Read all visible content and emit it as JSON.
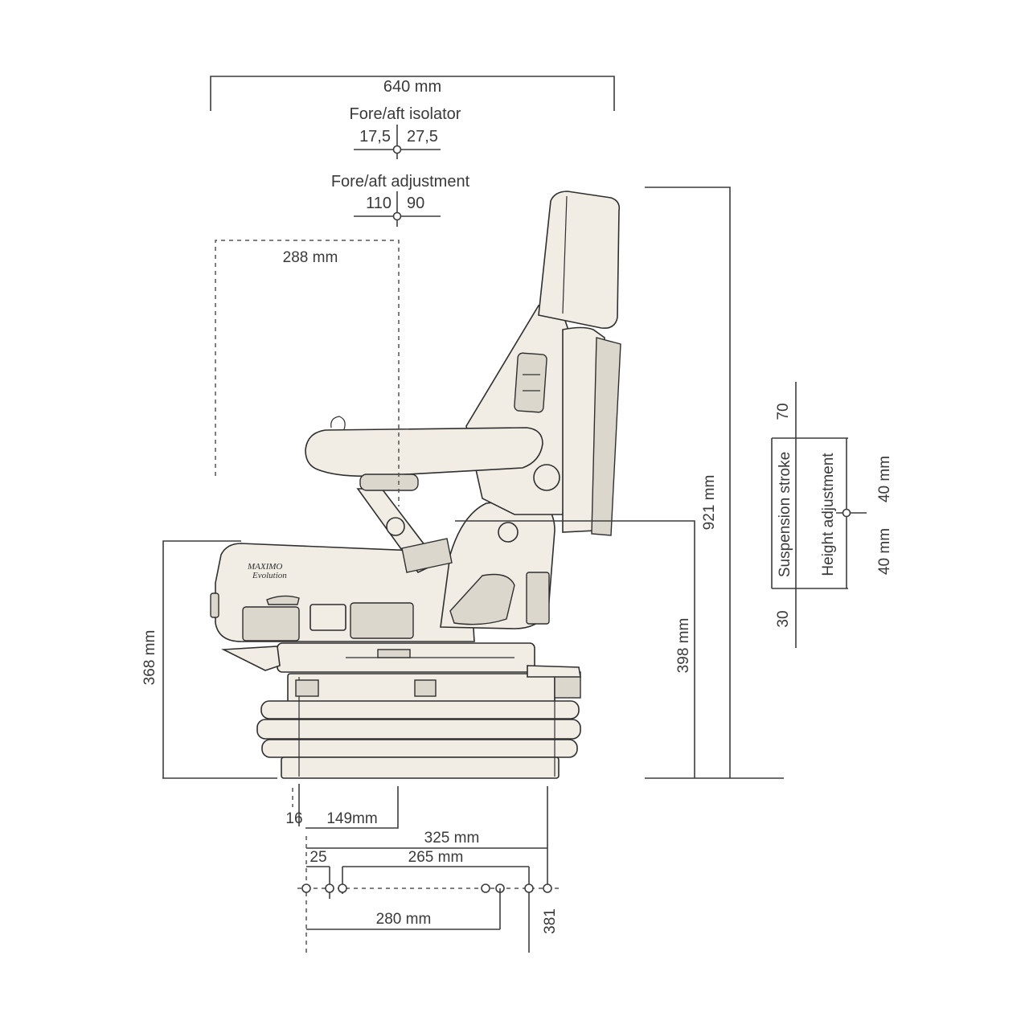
{
  "labels": {
    "width_total": "640  mm",
    "fore_aft_isolator": "Fore/aft isolator",
    "isolator_left": "17,5",
    "isolator_right": "27,5",
    "fore_aft_adjustment": "Fore/aft adjustment",
    "adjustment_left": "110",
    "adjustment_right": "90",
    "armrest_width": "288 mm",
    "total_height": "921 mm",
    "seat_height": "398 mm",
    "front_height": "368 mm",
    "suspension_stroke": "Suspension stroke",
    "stroke_top": "70",
    "stroke_bottom": "30",
    "height_adjustment": "Height adjustment",
    "adjust_up": "40 mm",
    "adjust_down": "40 mm",
    "offset_16": "16",
    "offset_149": "149mm",
    "base_325": "325 mm",
    "base_25": "25",
    "base_265": "265 mm",
    "base_280": "280 mm",
    "base_381": "381"
  },
  "logo": {
    "line1": "MAXIMO",
    "line2": "Evolution"
  }
}
